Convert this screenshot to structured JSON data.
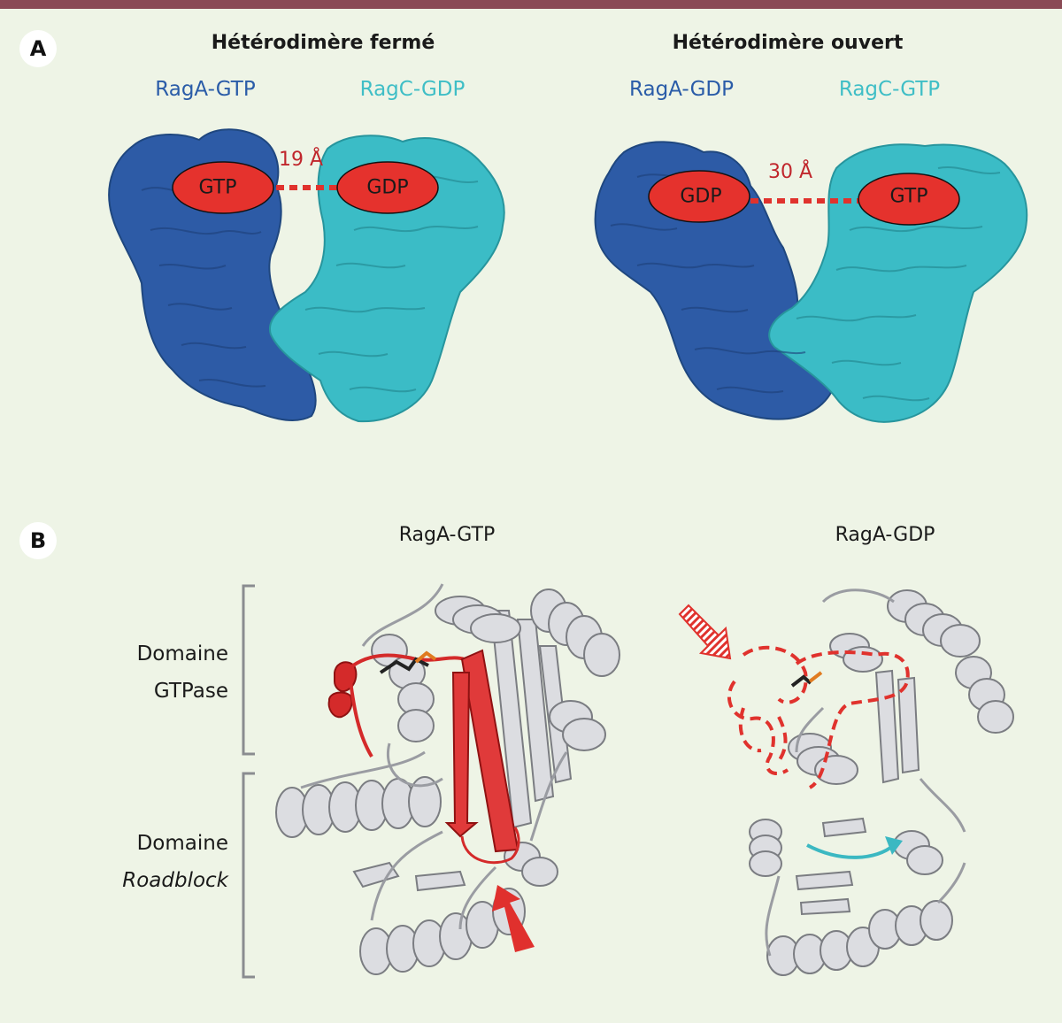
{
  "panel_a": {
    "badge": "A",
    "closed": {
      "title": "Hétérodimère fermé",
      "left_protein": "RagA-GTP",
      "right_protein": "RagC-GDP",
      "left_nucleotide": "GTP",
      "right_nucleotide": "GDP",
      "distance": "19 Å"
    },
    "open": {
      "title": "Hétérodimère ouvert",
      "left_protein": "RagA-GDP",
      "right_protein": "RagC-GTP",
      "left_nucleotide": "GDP",
      "right_nucleotide": "GTP",
      "distance": "30 Å"
    }
  },
  "panel_b": {
    "badge": "B",
    "left_title": "RagA-GTP",
    "right_title": "RagA-GDP",
    "domain_gtpase_line1": "Domaine",
    "domain_gtpase_line2": "GTPase",
    "domain_roadblock_line1": "Domaine",
    "domain_roadblock_line2": "Roadblock"
  },
  "colors": {
    "raga": "#2a5ca8",
    "ragc": "#3fbec6",
    "nucleotide": "#e5322d",
    "highlight": "#d42a2a",
    "cartoon": "#d8dadf",
    "background": "#eef4e6"
  }
}
